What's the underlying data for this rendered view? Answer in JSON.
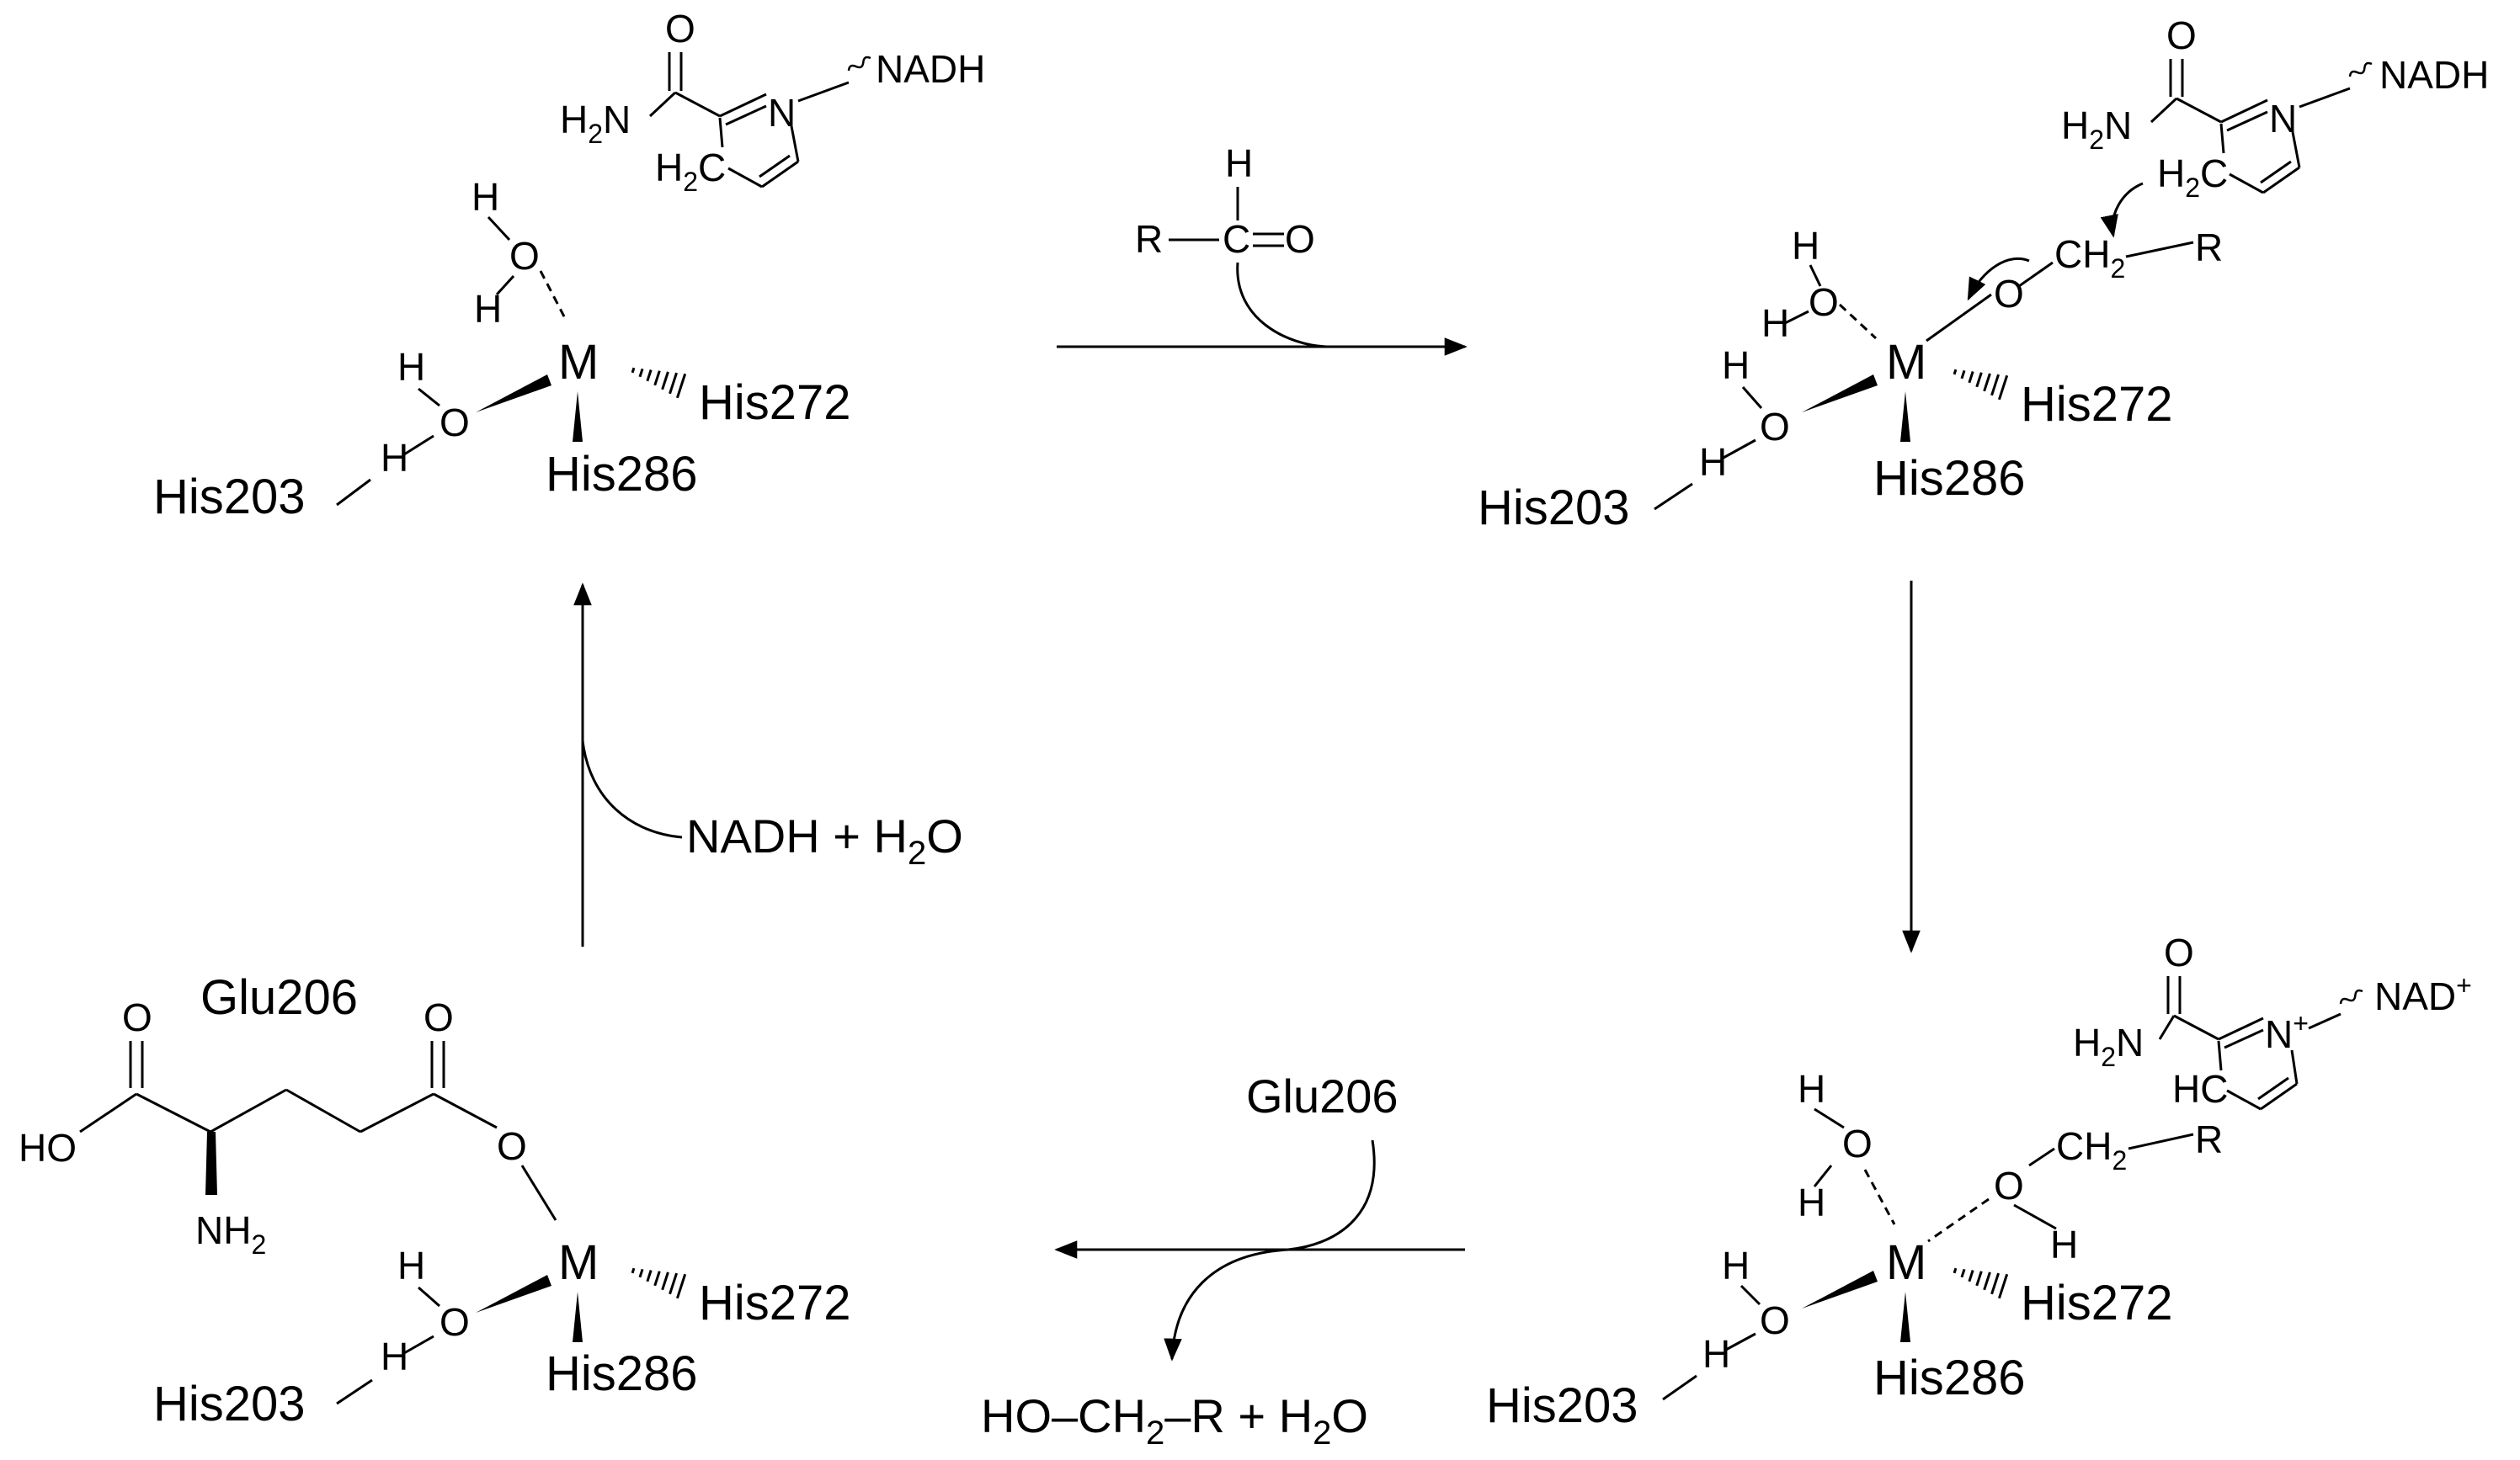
{
  "reagents": {
    "aldehyde_r": "R",
    "aldehyde_c": "C",
    "aldehyde_h": "H",
    "aldehyde_o": "O",
    "nadh_water": "NADH + H",
    "nadh_water_sub": "2",
    "nadh_water_end": "O",
    "glu_in": "Glu206",
    "product_a": "HO–CH",
    "product_sub": "2",
    "product_b": "–R + H",
    "product_sub2": "2",
    "product_c": "O"
  },
  "nicotinamide": {
    "o": "O",
    "h2n": "H",
    "h2n_sub": "2",
    "h2n_n": "N",
    "n": "N",
    "n_plus": "+",
    "h2c": "H",
    "h2c_sub": "2",
    "h2c_c": "C",
    "hc": "HC",
    "nadh": "NADH",
    "nad": "NAD",
    "nad_plus": "+"
  },
  "site": {
    "metal": "M",
    "his203": "His203",
    "his272": "His272",
    "his286": "His286",
    "h": "H",
    "o": "O"
  },
  "substrate": {
    "ch2": "CH",
    "ch2_sub": "2",
    "r": "R",
    "o": "O",
    "h": "H"
  },
  "glutamate": {
    "label": "Glu206",
    "o": "O",
    "ho": "HO",
    "nh": "NH",
    "nh_sub": "2"
  }
}
